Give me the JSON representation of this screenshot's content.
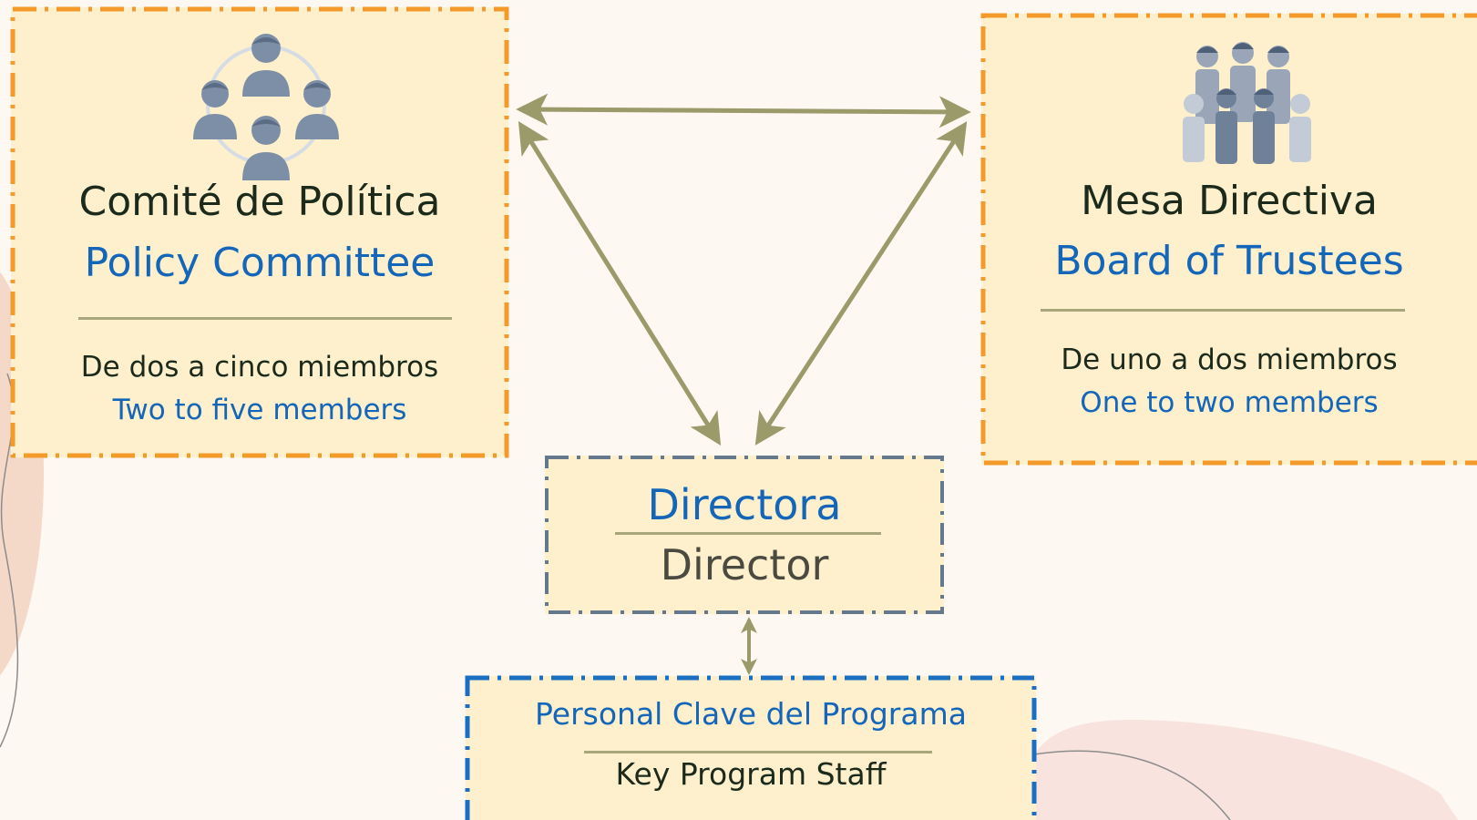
{
  "colors": {
    "background": "#fdf8f2",
    "box_fill": "#fff0cd",
    "committee_border": "#f39a2b",
    "director_border": "#66788c",
    "staff_border": "#1b6fc2",
    "arrow": "#9a9a6a",
    "english_text": "#1466b8",
    "spanish_text": "#1b2a1b"
  },
  "policy_committee": {
    "icon": "group-circle-icon",
    "title_es": "Comité de Política",
    "title_en": "Policy Committee",
    "members_es": "De dos a cinco miembros",
    "members_en": "Two to five members"
  },
  "board": {
    "icon": "crowd-icon",
    "title_es": "Mesa Directiva",
    "title_en": "Board of Trustees",
    "members_es": "De uno a dos miembros",
    "members_en": "One to two members"
  },
  "director": {
    "title_es": "Directora",
    "title_en": "Director"
  },
  "staff": {
    "title_es": "Personal Clave del Programa",
    "title_en": "Key Program Staff"
  }
}
